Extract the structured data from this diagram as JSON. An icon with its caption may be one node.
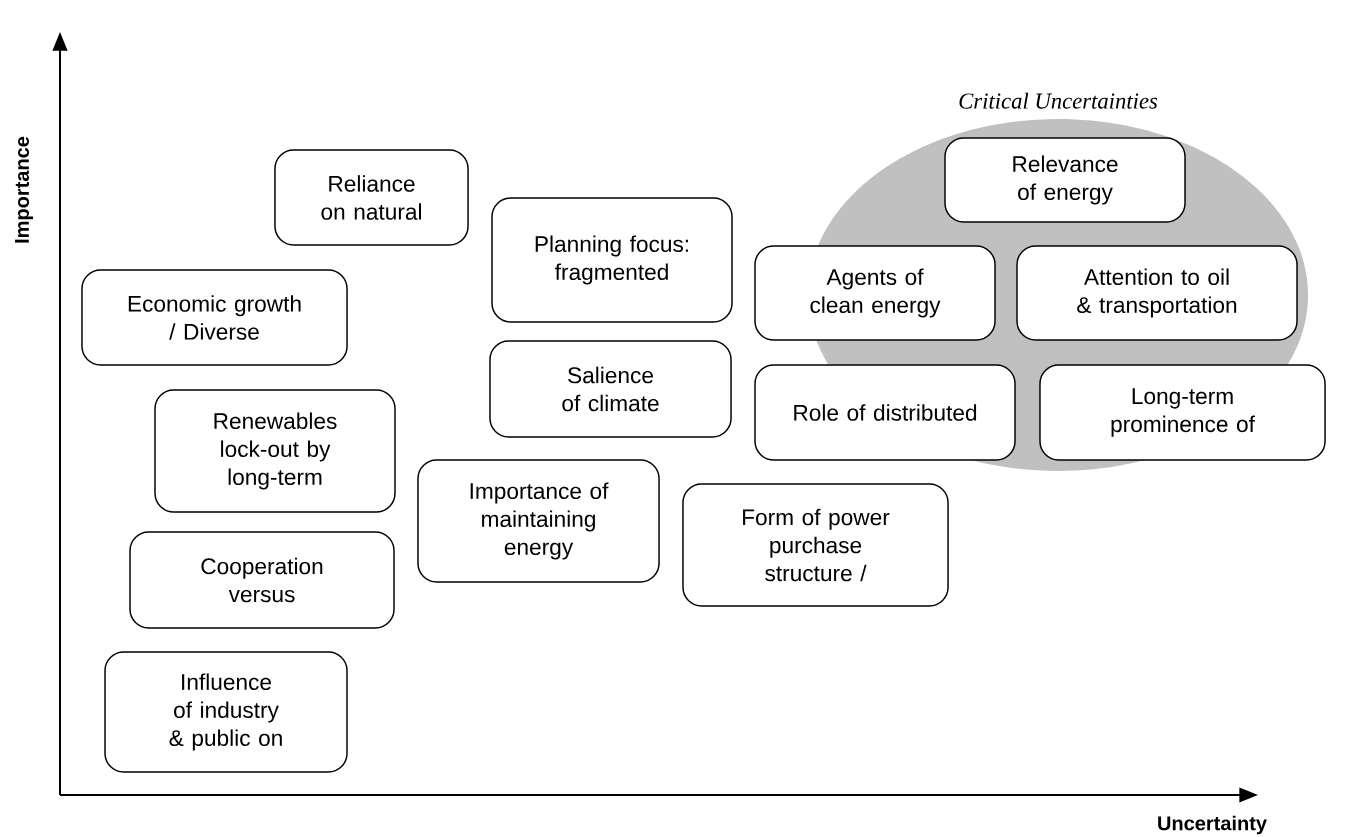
{
  "diagram": {
    "nodes": [
      {
        "text": [
          "Reliance on natural"
        ]
      },
      {
        "text": [
          "Critical Uncertainties"
        ]
      },
      {
        "text": [
          "Relevance of energy"
        ],
        "in": 1
      },
      {
        "text": [
          "Planning focus: fragmented"
        ]
      },
      {
        "text": [
          "Agents of clean energy"
        ]
      },
      {
        "text": [
          "Attention to oil & transportation"
        ],
        "in": 1
      },
      {
        "text": [
          "Economic growth / Diverse"
        ]
      },
      {
        "text": [
          "Salience of climate"
        ]
      },
      {
        "text": [
          "Role of distributed"
        ]
      },
      {
        "text": [
          "Long-term prominence of"
        ]
      },
      {
        "text": [
          "Renewables lock-out by long-term"
        ]
      },
      {
        "text": [
          "Importance of maintaining energy"
        ]
      },
      {
        "text": [
          "Form of power purchase structure /"
        ]
      },
      {
        "text": [
          "Cooperation versus"
        ]
      },
      {
        "text": [
          "Influence of industry & public on"
        ]
      }
    ],
    "labels": [
      "Importance",
      "Uncertainty"
    ]
  }
}
